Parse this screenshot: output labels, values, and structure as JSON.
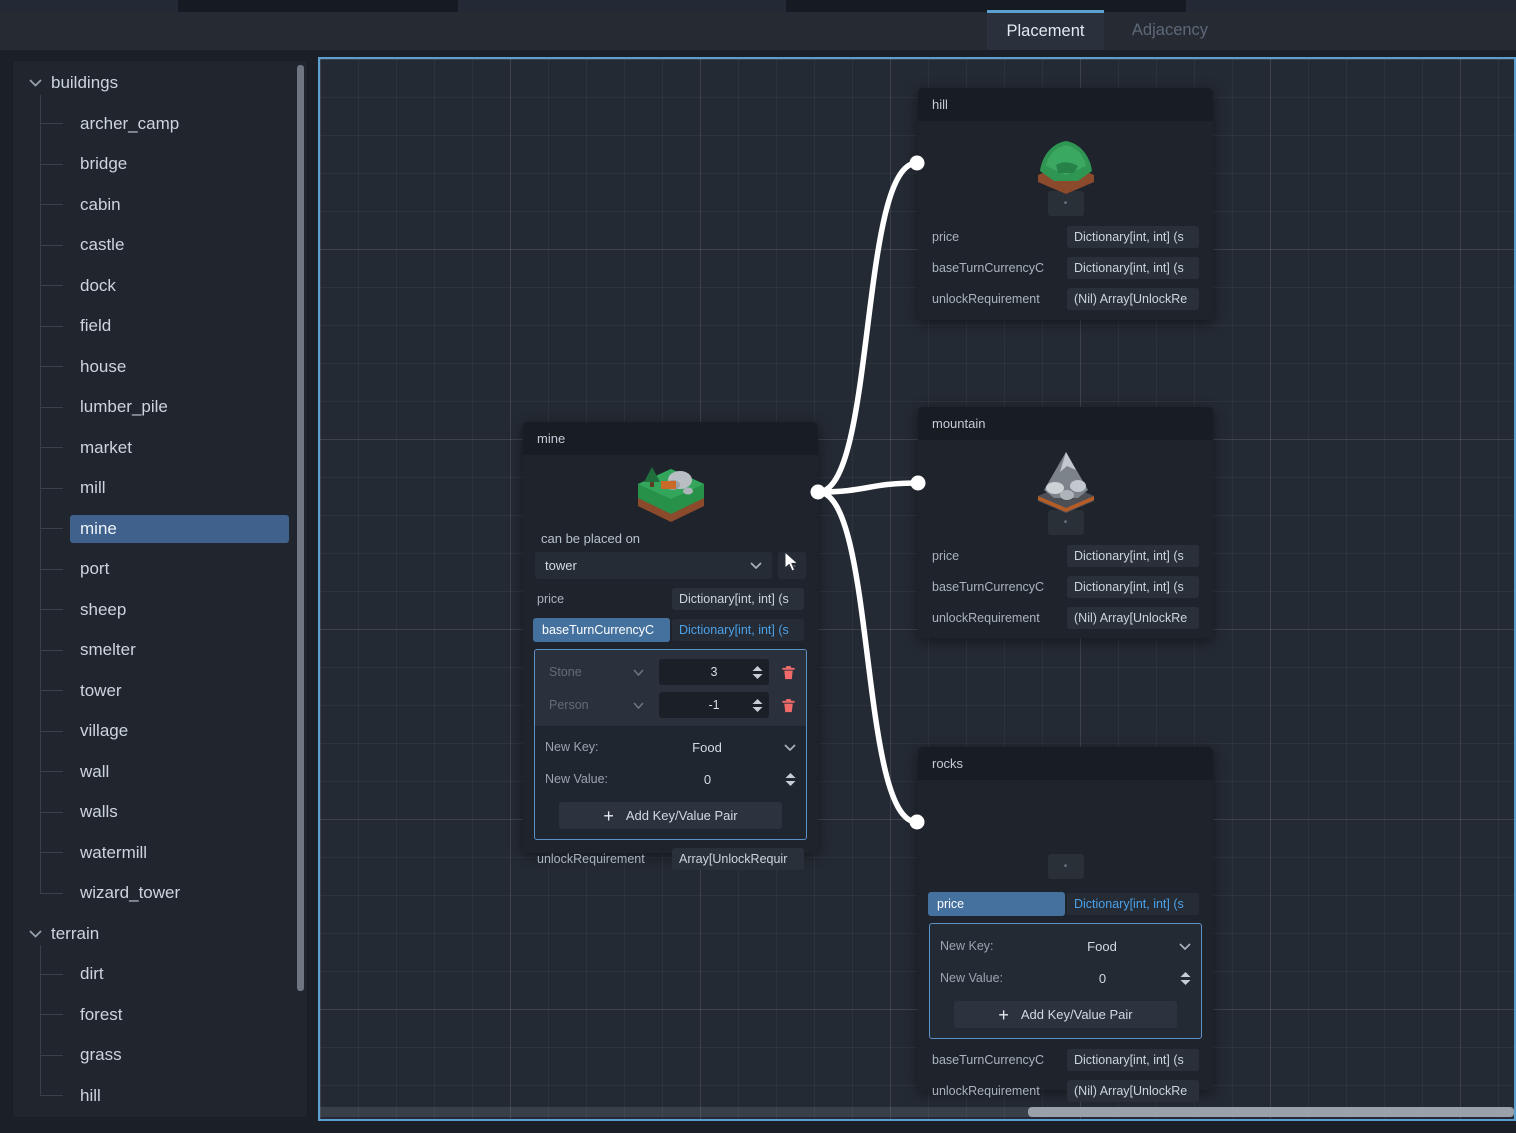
{
  "window": {
    "tabs": [
      {
        "label": "Placement",
        "active": true
      },
      {
        "label": "Adjacency",
        "active": false
      }
    ]
  },
  "sidebar": {
    "sections": [
      {
        "label": "buildings",
        "items": [
          "archer_camp",
          "bridge",
          "cabin",
          "castle",
          "dock",
          "field",
          "house",
          "lumber_pile",
          "market",
          "mill",
          "mine",
          "port",
          "sheep",
          "smelter",
          "tower",
          "village",
          "wall",
          "walls",
          "watermill",
          "wizard_tower"
        ],
        "selected": "mine"
      },
      {
        "label": "terrain",
        "items": [
          "dirt",
          "forest",
          "grass",
          "hill"
        ],
        "selected": null
      }
    ]
  },
  "nodes": {
    "mine": {
      "title": "mine",
      "image": "mine-tile-icon",
      "placed_on": {
        "label": "can be placed on",
        "value": "tower"
      },
      "price": {
        "label": "price",
        "value": "Dictionary[int, int] (s"
      },
      "base_turn": {
        "label": "baseTurnCurrencyC",
        "value": "Dictionary[int, int] (s"
      },
      "unlock": {
        "label": "unlockRequirement",
        "value": "Array[UnlockRequir"
      },
      "dict_editor": {
        "entries": [
          {
            "key": "Stone",
            "value": "3"
          },
          {
            "key": "Person",
            "value": "-1"
          }
        ],
        "new_key_label": "New Key:",
        "new_key_value": "Food",
        "new_value_label": "New Value:",
        "new_value_value": "0",
        "add_label": "Add Key/Value Pair"
      }
    },
    "hill": {
      "title": "hill",
      "image": "hill-tile-icon",
      "price": {
        "label": "price",
        "value": "Dictionary[int, int] (s"
      },
      "base_turn": {
        "label": "baseTurnCurrencyC",
        "value": "Dictionary[int, int] (s"
      },
      "unlock": {
        "label": "unlockRequirement",
        "value": "(Nil) Array[UnlockRe"
      }
    },
    "mountain": {
      "title": "mountain",
      "image": "mountain-tile-icon",
      "price": {
        "label": "price",
        "value": "Dictionary[int, int] (s"
      },
      "base_turn": {
        "label": "baseTurnCurrencyC",
        "value": "Dictionary[int, int] (s"
      },
      "unlock": {
        "label": "unlockRequirement",
        "value": "(Nil) Array[UnlockRe"
      }
    },
    "rocks": {
      "title": "rocks",
      "price": {
        "label": "price",
        "value": "Dictionary[int, int] (s"
      },
      "base_turn": {
        "label": "baseTurnCurrencyC",
        "value": "Dictionary[int, int] (s"
      },
      "unlock": {
        "label": "unlockRequirement",
        "value": "(Nil) Array[UnlockRe"
      },
      "dict_editor": {
        "new_key_label": "New Key:",
        "new_key_value": "Food",
        "new_value_label": "New Value:",
        "new_value_value": "0",
        "add_label": "Add Key/Value Pair"
      }
    }
  },
  "colors": {
    "accent_blue": "#5ba0d0",
    "selection_blue": "#3f618c",
    "property_selected_blue": "#44719e",
    "value_text_blue": "#4ba1e8",
    "connection_white": "#ffffff",
    "delete_icon_red": "#f16a6a"
  }
}
